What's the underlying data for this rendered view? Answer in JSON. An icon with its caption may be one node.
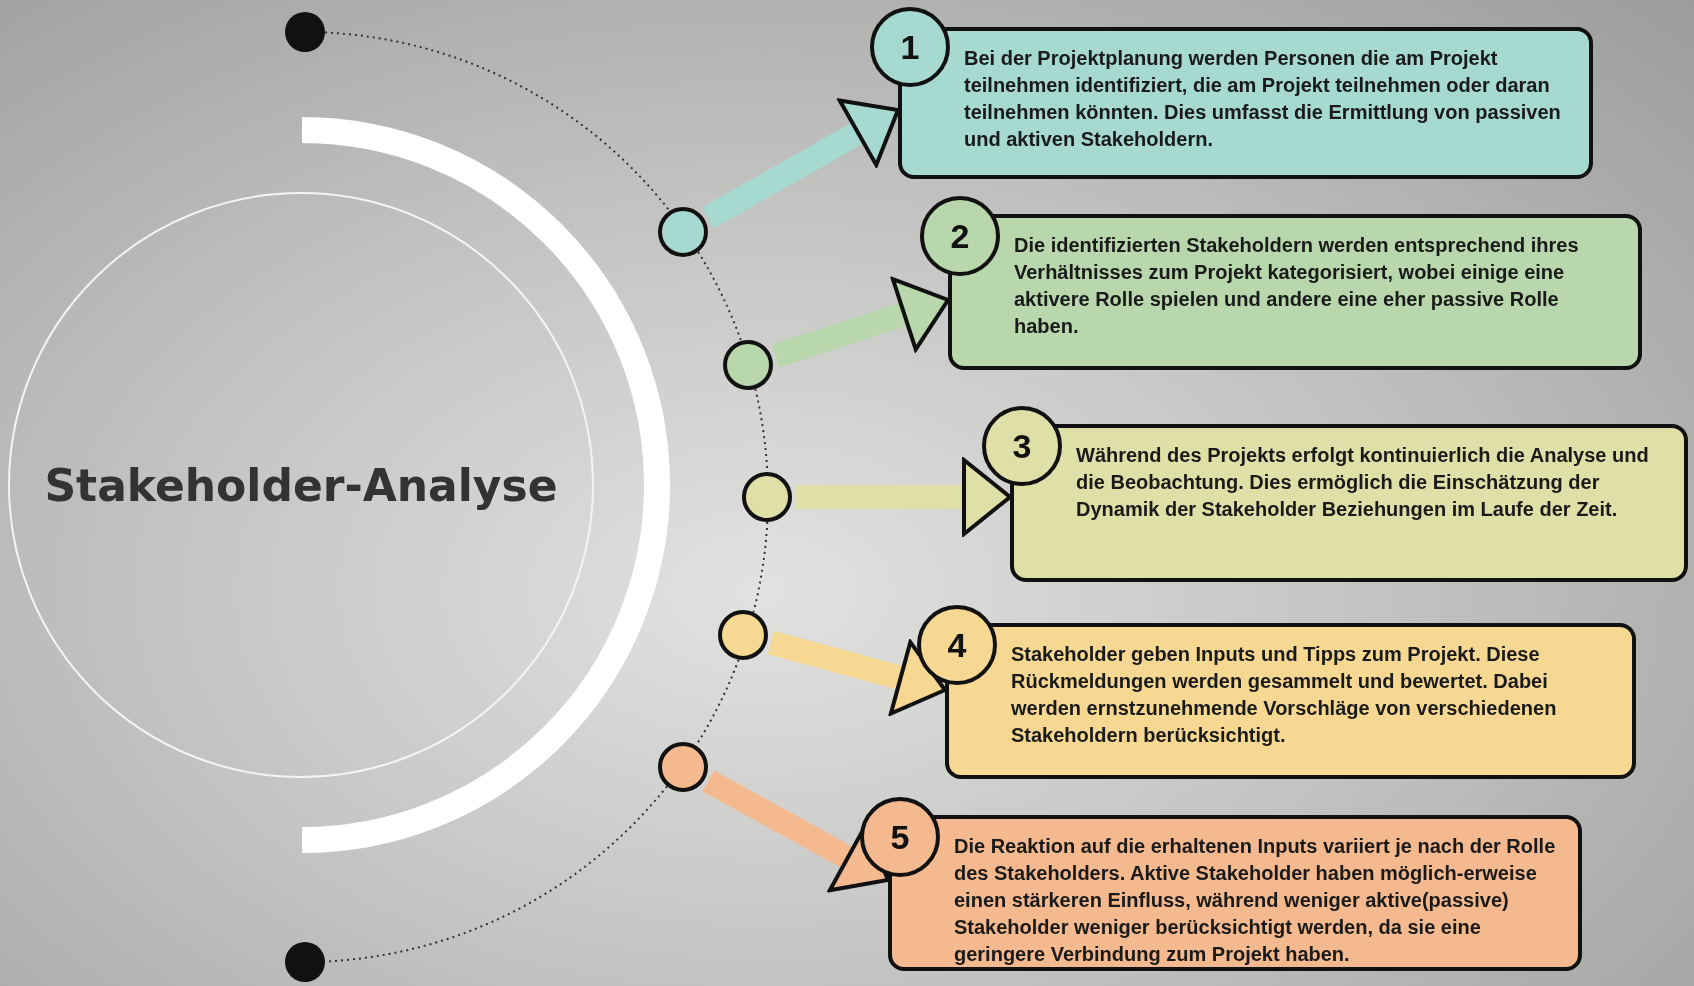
{
  "diagram": {
    "nodes": [
      {
        "text": [
          "Stakeholder-Analyse"
        ]
      },
      {
        "text": [],
        "shape": "circle"
      },
      {
        "text": [],
        "shape": "circle"
      },
      {
        "text": [],
        "shape": "circle"
      },
      {
        "text": [],
        "shape": "circle"
      },
      {
        "text": [],
        "shape": "circle"
      },
      {
        "text": [],
        "shape": "circle"
      },
      {
        "text": [
          "1",
          "Bei der Projektplanung werden Personen die am Projekt teilnehmen identifiziert, die am Projekt teilnehmen oder daran teilnehmen könnten. Dies umfasst die Ermittlung von passiven und aktiven Stakeholdern."
        ]
      },
      {
        "text": [
          "2",
          "Die identifizierten Stakeholdern werden entsprechend ihres Verhältnisses zum Projekt kategorisiert, wobei einige eine aktivere Rolle spielen und andere eine eher passive Rolle haben."
        ]
      },
      {
        "text": [
          "3",
          "Während des Projekts erfolgt kontinuierlich die Analyse und die Beobachtung. Dies ermöglich die Einschätzung der Dynamik der Stakeholder Beziehungen im Laufe der Zeit."
        ]
      },
      {
        "text": [
          "4",
          "Stakeholder geben Inputs und Tipps zum Projekt. Diese Rückmeldungen werden gesammelt und bewertet. Dabei werden ernstzunehmende Vorschläge von verschiedenen Stakeholdern berücksichtigt."
        ]
      },
      {
        "text": [
          "5",
          "Die Reaktion auf die erhaltenen Inputs variiert je nach der Rolle des Stakeholders. Aktive Stakeholder haben möglich-erweise einen stärkeren Einfluss, während weniger aktive(passive) Stakeholder weniger berücksichtigt werden, da sie eine geringere Verbindung zum Projekt haben."
        ]
      },
      {
        "text": [],
        "shape": "circle"
      }
    ],
    "edges": [
      {
        "from": 1,
        "to": 2,
        "arrow": "none",
        "style": "dashed",
        "color": "#333333"
      },
      {
        "from": 2,
        "to": 3,
        "arrow": "none",
        "style": "dashed",
        "color": "#333333"
      },
      {
        "from": 3,
        "to": 4,
        "arrow": "none",
        "style": "dashed",
        "color": "#333333"
      },
      {
        "from": 4,
        "to": 5,
        "arrow": "none",
        "style": "dashed",
        "color": "#333333"
      },
      {
        "from": 5,
        "to": 6,
        "arrow": "none",
        "style": "dashed",
        "color": "#333333"
      },
      {
        "from": 6,
        "to": 12,
        "arrow": "none",
        "style": "dashed",
        "color": "#333333"
      },
      {
        "from": 2,
        "to": 7,
        "arrow": "to",
        "style": "thick",
        "color": "#a6d9cf"
      },
      {
        "from": 3,
        "to": 8,
        "arrow": "to",
        "style": "thick",
        "color": "#b9d7ad"
      },
      {
        "from": 4,
        "to": 9,
        "arrow": "to",
        "style": "thick",
        "color": "#dfe0a8"
      },
      {
        "from": 5,
        "to": 10,
        "arrow": "to",
        "style": "thick",
        "color": "#f6d892"
      },
      {
        "from": 6,
        "to": 11,
        "arrow": "to",
        "style": "thick",
        "color": "#f4b98e"
      }
    ]
  }
}
